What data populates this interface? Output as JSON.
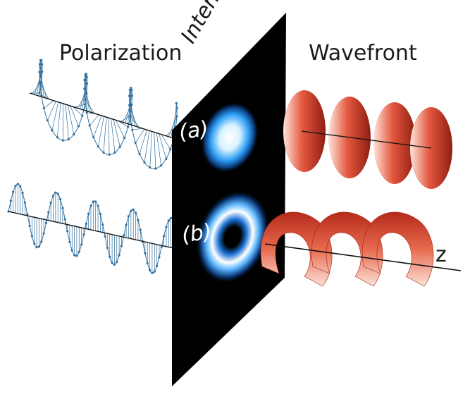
{
  "labels": {
    "polarization": "Polarization",
    "intensity": "Intensity",
    "wavefront": "Wavefront",
    "panel_a": "(a)",
    "panel_b": "(b)",
    "axis_z": "z"
  },
  "colors": {
    "polarization_wave": "#2f6f9e",
    "screen": "#000000",
    "beam_center": "#ffffff",
    "beam_mid": "#38a8ff",
    "wavefront_light": "#fbe1d6",
    "wavefront_mid": "#e0553c",
    "wavefront_dark": "#8f1d12"
  }
}
